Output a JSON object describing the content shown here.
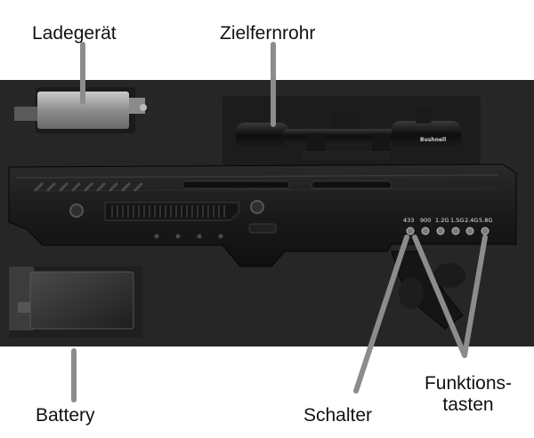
{
  "labels": {
    "charger": "Ladegerät",
    "scope": "Zielfernrohr",
    "battery": "Battery",
    "switch": "Schalter",
    "function_keys_line1": "Funktions-",
    "function_keys_line2": "tasten"
  },
  "device": {
    "frequencies": [
      "433",
      "900",
      "1.2G",
      "1.5G",
      "2.4G",
      "5.8G"
    ],
    "scope_brand": "Bushnell"
  },
  "colors": {
    "case_foam": "#2a2a2a",
    "device_body": "#1b1b1b",
    "callout_line": "#8c8c8c",
    "label_text": "#111111"
  }
}
